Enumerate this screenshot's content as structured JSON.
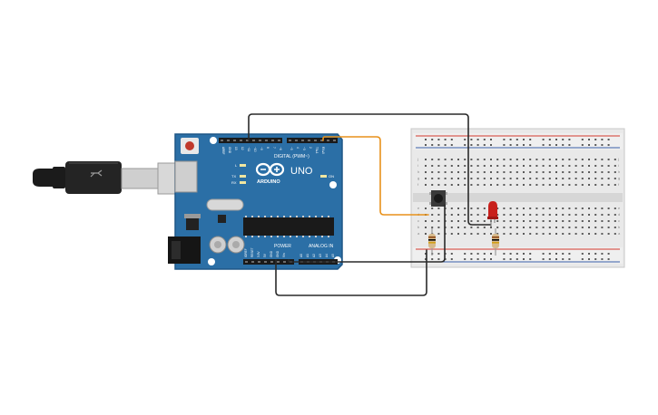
{
  "arduino": {
    "brand": "UNO",
    "logo_text": "ARDUINO",
    "digital_label": "DIGITAL (PWM~)",
    "power_label": "POWER",
    "analog_label": "ANALOG IN",
    "on_label": "ON",
    "l_label": "L",
    "tx_label": "TX",
    "rx_label": "RX",
    "digital_pins": [
      "AREF",
      "GND",
      "13",
      "12",
      "~11",
      "~10",
      "~9",
      "8",
      "7",
      "~6",
      "~5",
      "4",
      "~3",
      "2",
      "TX▸1",
      "RX◂0"
    ],
    "power_pins": [
      "IOREF",
      "RESET",
      "3.3V",
      "5V",
      "GND",
      "GND",
      "Vin"
    ],
    "analog_pins": [
      "A0",
      "A1",
      "A2",
      "A3",
      "A4",
      "A5"
    ]
  },
  "breadboard": {
    "row_letters_top": [
      "j",
      "i",
      "h",
      "g",
      "f"
    ],
    "row_letters_bottom": [
      "e",
      "d",
      "c",
      "b",
      "a"
    ]
  },
  "colors": {
    "board": "#2B6FA6",
    "board_edge": "#1E5686",
    "wire_black": "#2a2a2a",
    "wire_orange": "#E8911A",
    "led": "#C8201C",
    "rail_red": "#D33A2C",
    "rail_blue": "#3A5FA8"
  },
  "icons": {
    "usb": "usb-cable-icon",
    "led": "led-icon",
    "button": "pushbutton-icon",
    "resistor": "resistor-icon"
  }
}
